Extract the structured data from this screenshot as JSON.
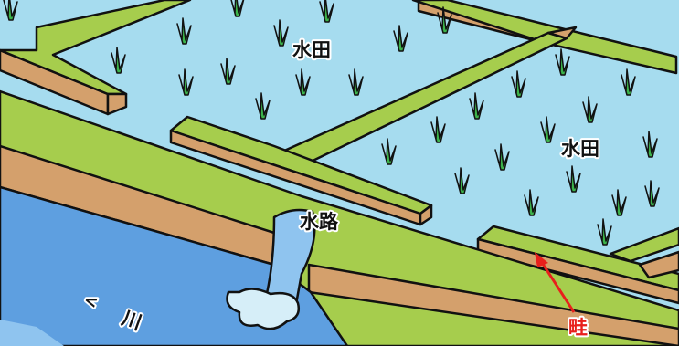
{
  "labels": {
    "paddy_upper": "水田",
    "paddy_right": "水田",
    "channel": "水路",
    "river": "川",
    "ridge": "畦",
    "river_arrow": "<"
  },
  "colors": {
    "paddy_water": "#a6dcef",
    "ridge_top": "#a6cd4d",
    "earth": "#d4a06c",
    "river": "#5e9fe0",
    "river_light": "#8fc4ef",
    "rice": "#3cb24a",
    "pointer": "#e8201c",
    "outline": "#111111"
  },
  "icons": {
    "rice_plant": "rice-seedling-icon",
    "pointer": "red-arrow-icon",
    "flow_direction": "chevron-left-icon"
  }
}
